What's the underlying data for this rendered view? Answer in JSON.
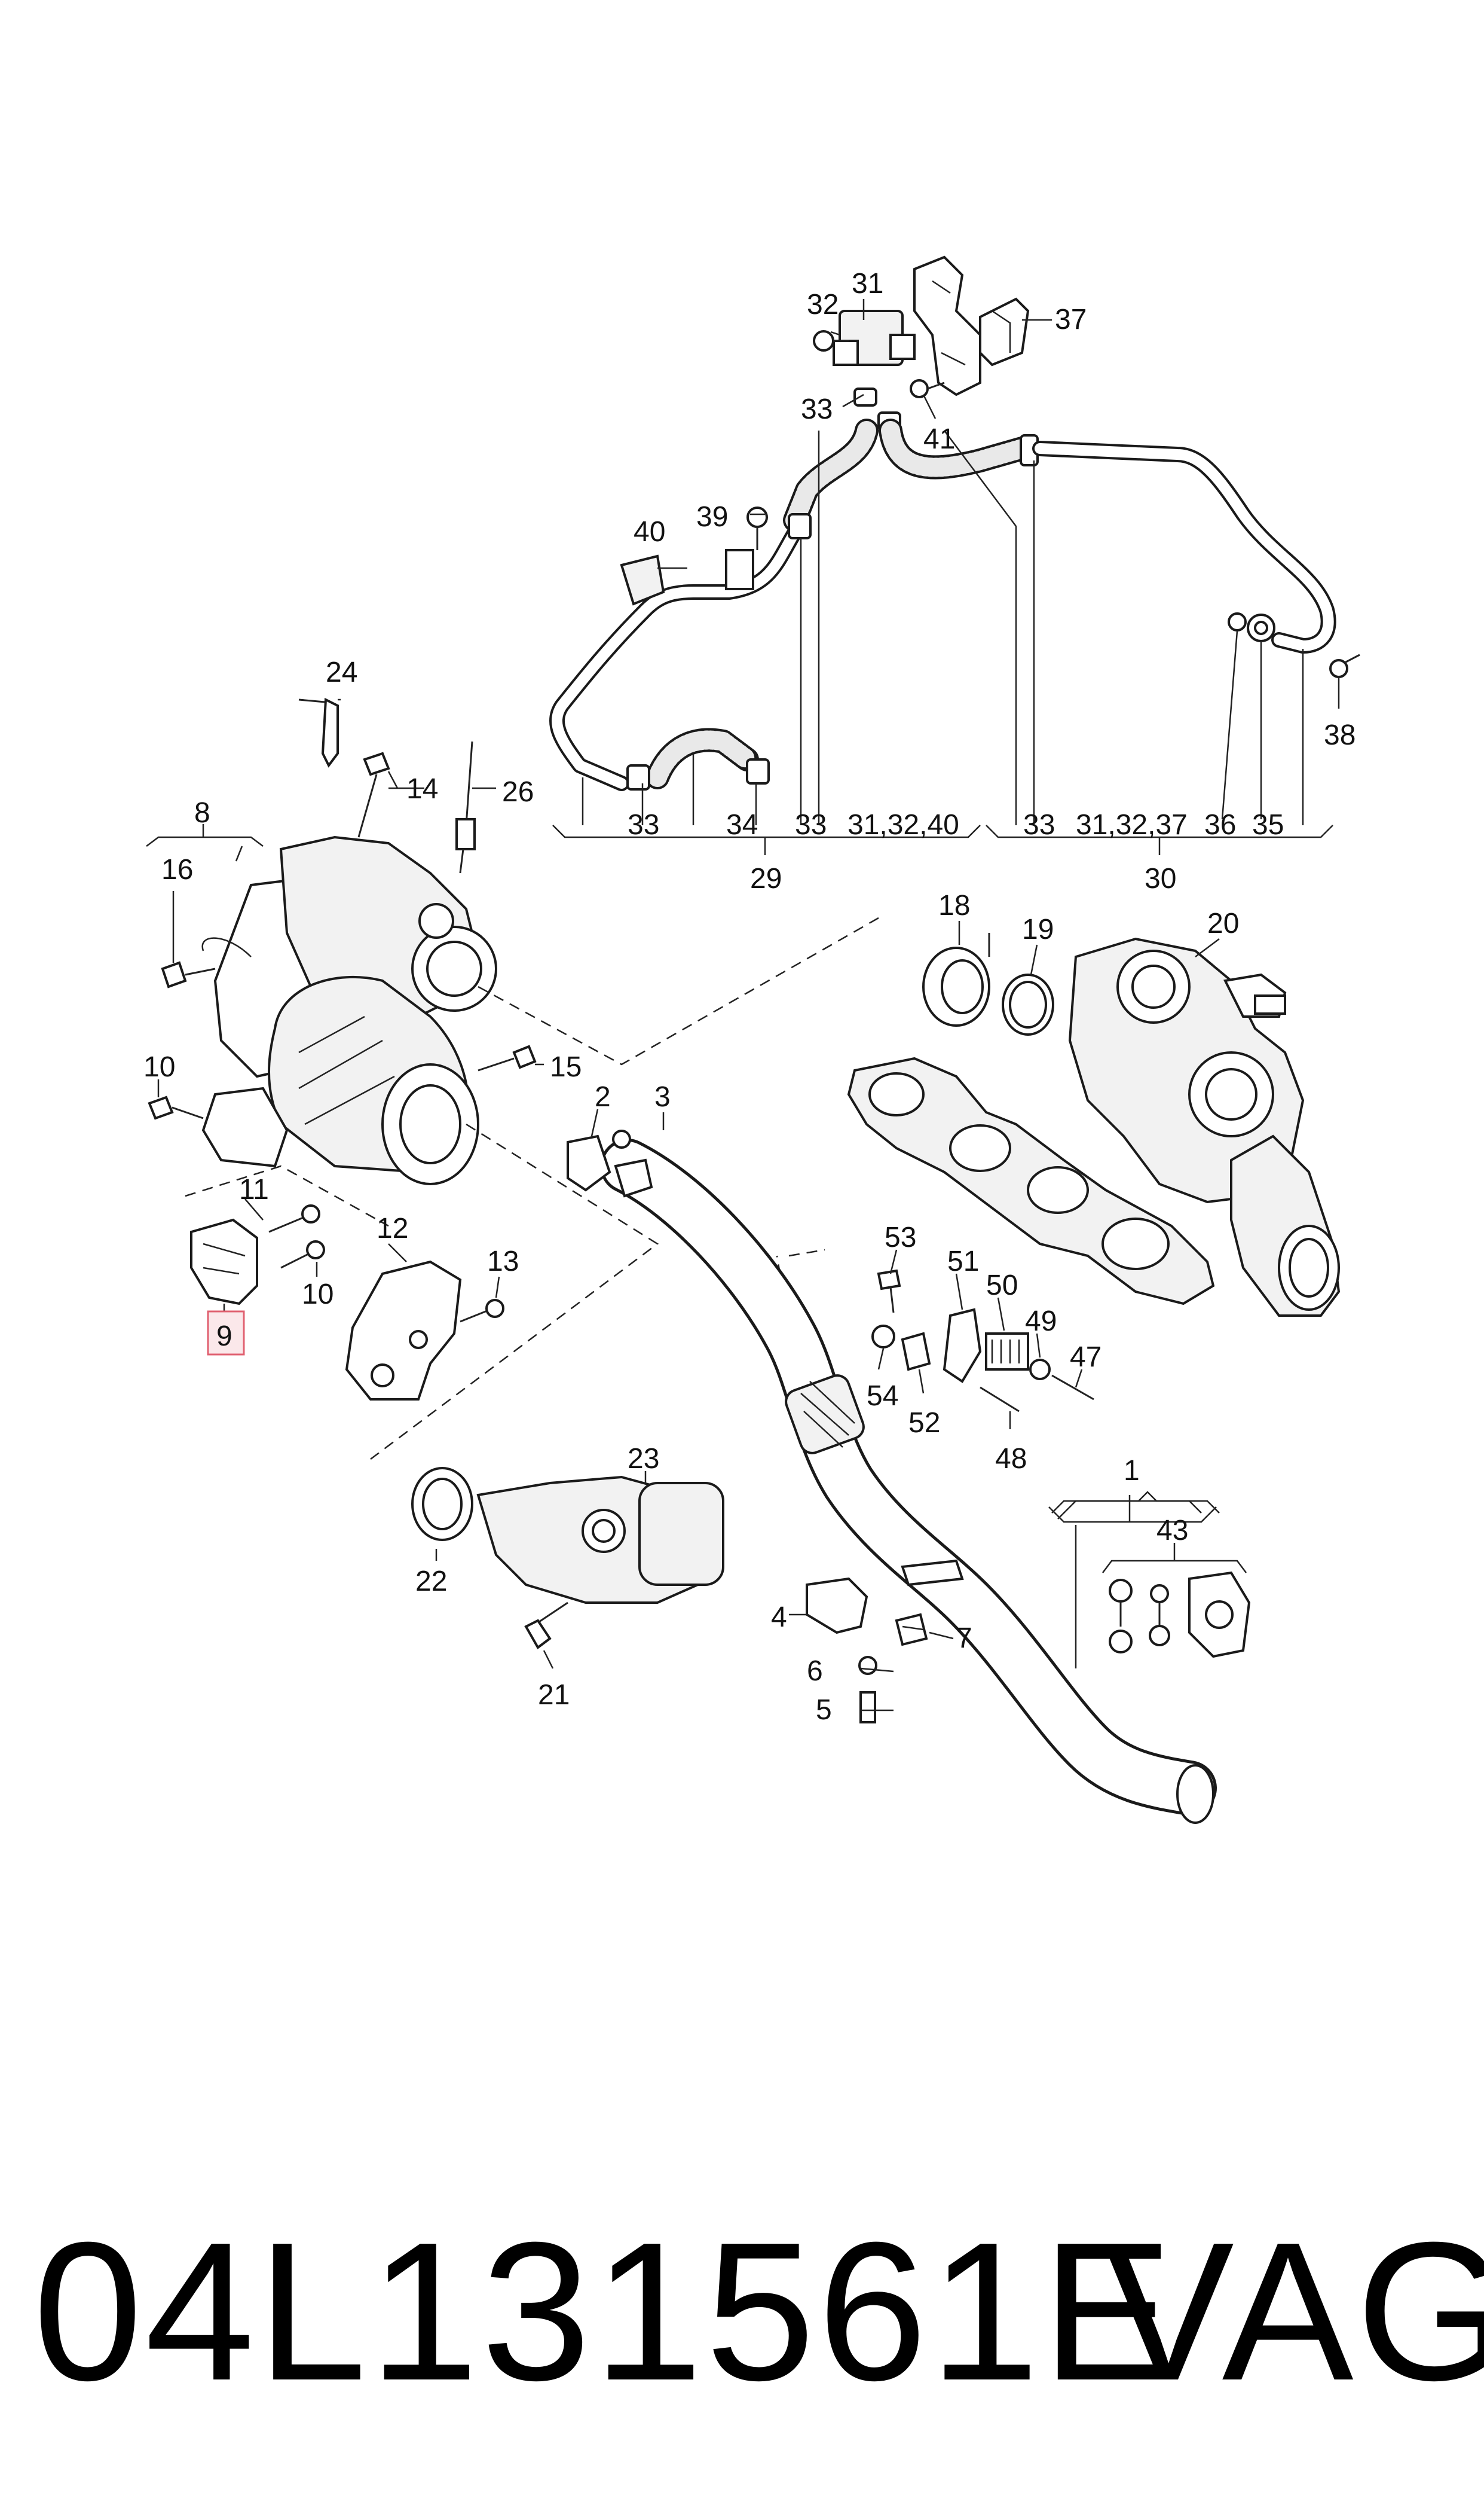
{
  "diagram": {
    "labels": {
      "l1": "1",
      "l2": "2",
      "l3": "3",
      "l4": "4",
      "l5": "5",
      "l6": "6",
      "l7": "7",
      "l8": "8",
      "l9": "9",
      "l10a": "10",
      "l10b": "10",
      "l11": "11",
      "l12": "12",
      "l13": "13",
      "l14": "14",
      "l15": "15",
      "l16": "16",
      "l18": "18",
      "l19": "19",
      "l20": "20",
      "l21": "21",
      "l22": "22",
      "l23": "23",
      "l24": "24",
      "l26": "26",
      "l29": "29",
      "l30": "30",
      "l31": "31",
      "l32": "32",
      "l33a": "33",
      "l33b": "33",
      "l33c": "33",
      "l33d": "33",
      "l34": "34",
      "l35": "35",
      "l36": "36",
      "l37": "37",
      "l38": "38",
      "l39": "39",
      "l40": "40",
      "l41": "41",
      "l43": "43",
      "l47": "47",
      "l48": "48",
      "l49": "49",
      "l50": "50",
      "l51": "51",
      "l52": "52",
      "l53": "53",
      "l54": "54",
      "g29a": "31,32,40",
      "g30a": "31,32,37"
    },
    "highlight_color": "#e06070"
  },
  "footer": {
    "part_number": "04L131561E",
    "brand": "VAG"
  }
}
